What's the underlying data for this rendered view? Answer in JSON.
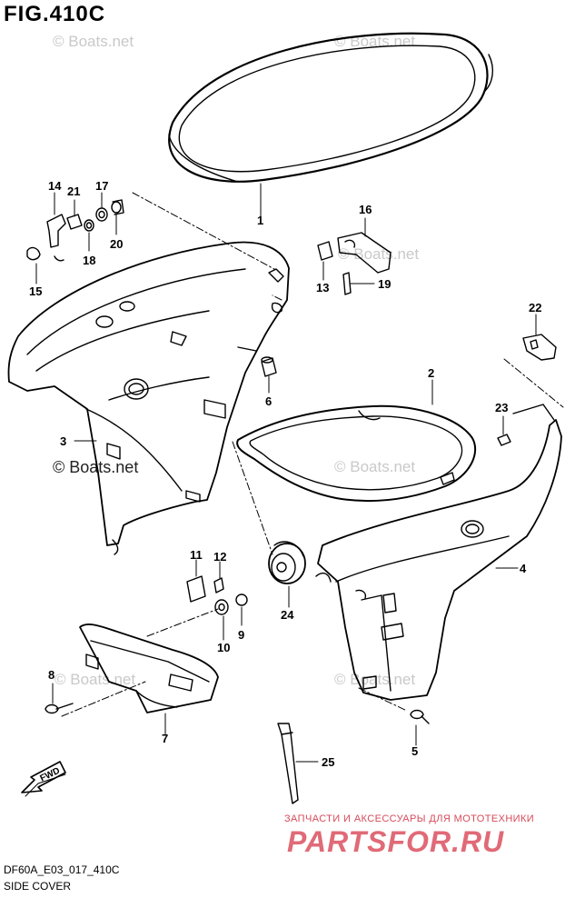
{
  "figure": {
    "title": "FIG.410C",
    "code": "DF60A_E03_017_410C",
    "caption": "SIDE COVER"
  },
  "watermark": {
    "text": "© Boats.net"
  },
  "callouts": {
    "p1": "1",
    "p2": "2",
    "p3": "3",
    "p4": "4",
    "p5": "5",
    "p6": "6",
    "p7": "7",
    "p8": "8",
    "p9": "9",
    "p10": "10",
    "p11": "11",
    "p12": "12",
    "p13": "13",
    "p14": "14",
    "p15": "15",
    "p16": "16",
    "p17": "17",
    "p18": "18",
    "p19": "19",
    "p20": "20",
    "p21": "21",
    "p22": "22",
    "p23": "23",
    "p24": "24",
    "p25": "25"
  },
  "fwd_label": "FWD",
  "promo": {
    "tagline": "ЗАПЧАСТИ И АКСЕССУАРЫ ДЛЯ МОТОТЕХНИКИ",
    "brand": "PARTSFOR.RU",
    "color": "#d64b5a"
  }
}
